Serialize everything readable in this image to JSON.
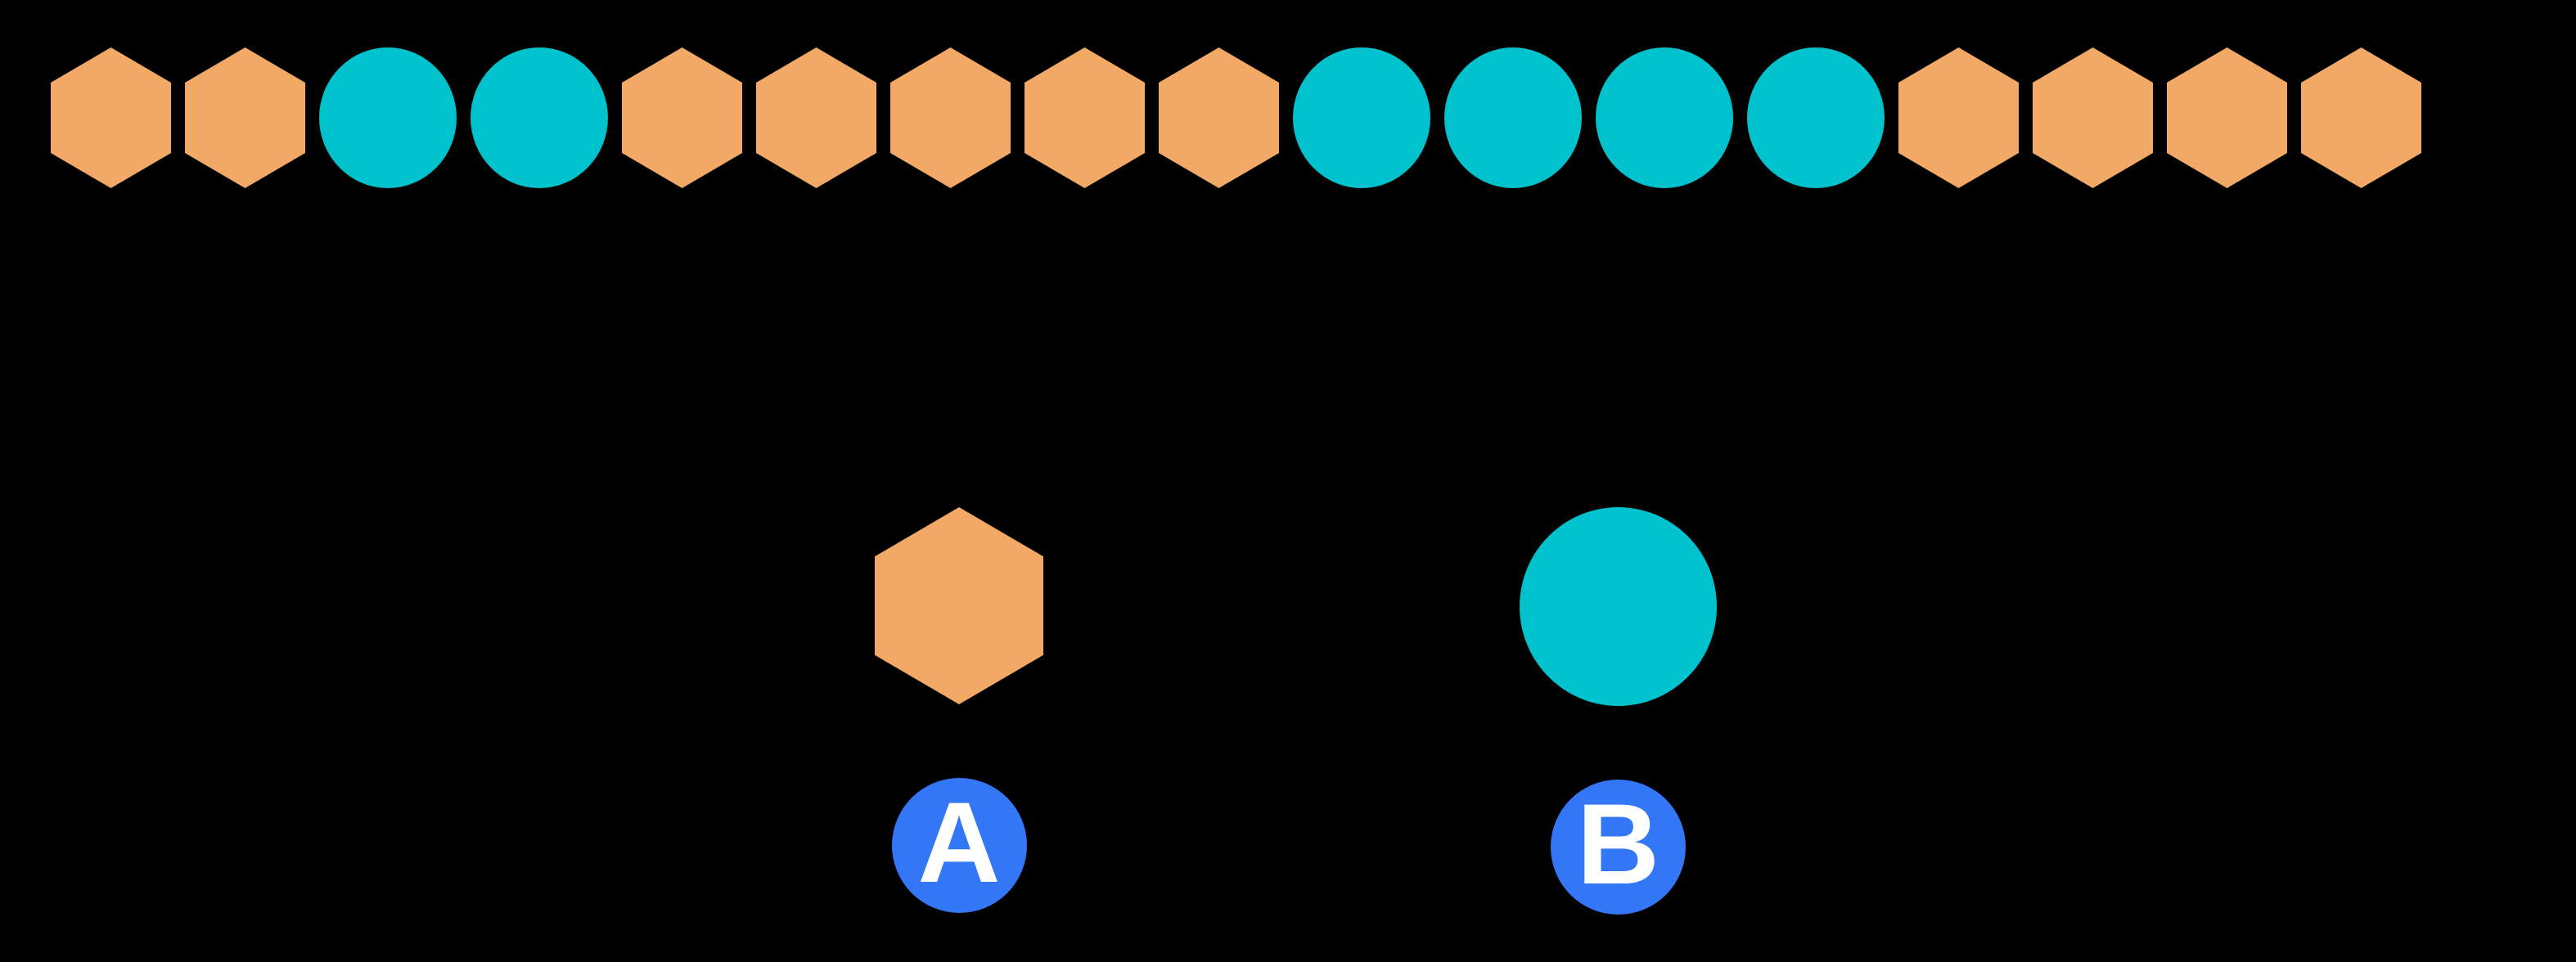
{
  "colors": {
    "background": "#000000",
    "hexagon": "#F2A965",
    "circle": "#00C2CC",
    "option_badge": "#3377F7",
    "option_letter": "#FFFFFF"
  },
  "sequence_row": {
    "shapes": [
      "hexagon",
      "hexagon",
      "circle",
      "circle",
      "hexagon",
      "hexagon",
      "hexagon",
      "hexagon",
      "hexagon",
      "circle",
      "circle",
      "circle",
      "circle",
      "hexagon",
      "hexagon",
      "hexagon",
      "hexagon"
    ],
    "hexagon_count": 11,
    "circle_count": 6
  },
  "options": [
    {
      "label": "A",
      "shape": "hexagon"
    },
    {
      "label": "B",
      "shape": "circle"
    }
  ]
}
